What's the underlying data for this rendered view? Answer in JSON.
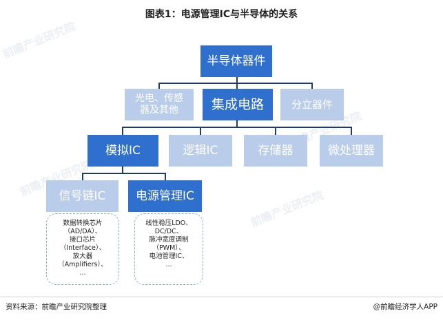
{
  "title": "图表1：电源管理IC与半导体的关系",
  "nodes": {
    "root": "半导体器件",
    "photo": [
      "光电、传感",
      "器及其他"
    ],
    "ic": "集成电路",
    "discrete": "分立器件",
    "analog": "模拟IC",
    "logic": "逻辑IC",
    "storage": "存储器",
    "micro": "微处理器",
    "signal": "信号链IC",
    "power": "电源管理IC"
  },
  "details": {
    "signal": [
      "数据转换芯片",
      "（AD/DA）、",
      "接口芯片",
      "（Interface）、",
      "放大器",
      "（Amplifiers）、",
      "..."
    ],
    "power": [
      "线性稳压LDO、",
      "DC/DC、",
      "脉冲宽度调制",
      "（PWM）、",
      "电池管理IC、",
      "..."
    ]
  },
  "footer": {
    "source": "资料来源：前瞻产业研究院整理",
    "brand": "@前瞻经济学人APP"
  },
  "watermark": "前瞻产业研究院",
  "colors": {
    "primary_box": "#2f6fce",
    "secondary_box": "#b9cdea",
    "connector": "#1f3b66",
    "dashed_border": "#7fb0e6"
  }
}
